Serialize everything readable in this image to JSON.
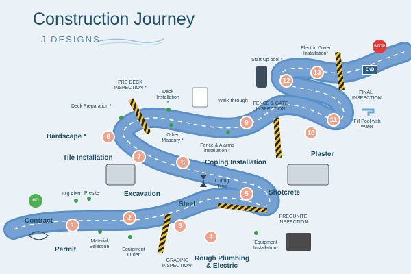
{
  "header": {
    "title": "Construction Journey",
    "brand": "J DESIGNS"
  },
  "signs": {
    "go": "GO",
    "stop": "STOP",
    "end": "END"
  },
  "milestones": [
    {
      "num": "1",
      "label": "Permit"
    },
    {
      "num": "2",
      "label": "Excavation"
    },
    {
      "num": "3",
      "label": "Steel"
    },
    {
      "num": "4",
      "label": "Rough Plumbing & Electric"
    },
    {
      "num": "5",
      "label": "Shotcrete"
    },
    {
      "num": "6",
      "label": "Coping Installation"
    },
    {
      "num": "7",
      "label": "Tile Installation"
    },
    {
      "num": "8",
      "label": "Hardscape *"
    },
    {
      "num": "9",
      "label": "Walk through"
    },
    {
      "num": "10",
      "label": "Plaster"
    },
    {
      "num": "11",
      "label": "Fill Pool with Water"
    },
    {
      "num": "12",
      "label": "Start Up pool *"
    },
    {
      "num": "13",
      "label": "Electric Cover Installation*"
    }
  ],
  "start_label": "Contract",
  "side_labels": {
    "dig_alert": "Dig Alert",
    "presite": "Presite",
    "material_selection": "Material Selection",
    "equipment_order": "Equipment Order",
    "grading_inspection": "GRADING INSPECTION*",
    "equipment_installation": "Equipment Installation*",
    "pregunite_inspection": "PREGUNITE INSPECTION",
    "curing_time": "Curing Time",
    "other_masonry": "Other Masonry *",
    "fence_alarms": "Fence & Alarms installation *",
    "deck_preparation": "Deck Preparation *",
    "pre_deck_inspection": "PRE DECK INSPECTION *",
    "deck_installation": "Deck Installation *",
    "fence_gate_inspection": "FENCE & GATE INSPECTION",
    "final_inspection": "FINAL INSPECTION"
  },
  "colors": {
    "road": "#5b8fc7",
    "road_light": "#8fb6de",
    "badge": "#f0a28a",
    "title": "#1f4f66",
    "go": "#4caf50",
    "stop": "#e53935",
    "end": "#2f5d86"
  }
}
